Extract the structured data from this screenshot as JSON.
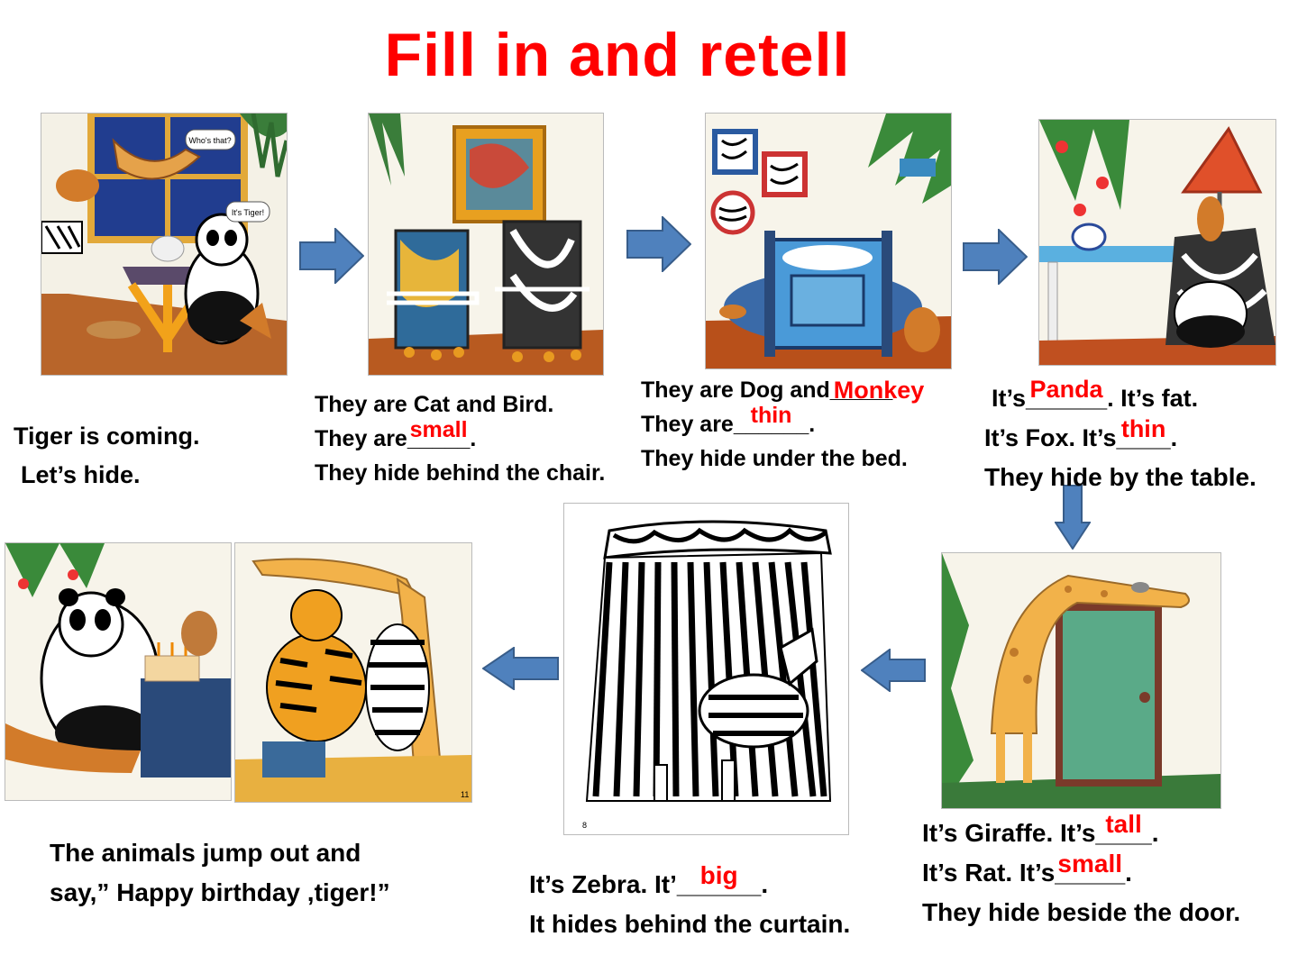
{
  "title": "Fill in and retell",
  "panels": {
    "p1": {
      "bubble1": "Who's that?",
      "bubble2": "It's Tiger!"
    },
    "p8_page_number": "8",
    "p9_page_number": "11"
  },
  "captions": {
    "c1": {
      "line1": "Tiger is coming.",
      "line2": "Let’s hide."
    },
    "c2": {
      "line1": "They are Cat and Bird.",
      "line2_pre": "They are",
      "line2_blank": "_____",
      "line2_post": ".",
      "answer": "small",
      "line3": "They hide behind the chair."
    },
    "c3": {
      "line1_pre": "They are Dog and",
      "line1_blank": "_____",
      "answer1": "Monkey",
      "line2_pre": "They are",
      "line2_blank": "______",
      "line2_post": ".",
      "answer2": "thin",
      "line3": "They hide under the bed."
    },
    "c4": {
      "line1_pre": "It’s",
      "line1_blank": "______",
      "line1_post": ". It’s fat.",
      "answer1": "Panda",
      "line2_pre": "It’s  Fox. It’s",
      "line2_blank": "____",
      "line2_post": ".",
      "answer2": "thin",
      "line3": "They hide by the table."
    },
    "c5": {
      "line1_pre": "It’s Giraffe. It’s",
      "line1_blank": "____",
      "line1_post": ".",
      "answer1": "tall",
      "line2_pre": "It’s Rat. It’s",
      "line2_blank": "_____",
      "line2_post": ".",
      "answer2": "small",
      "line3": "They hide beside the door."
    },
    "c6": {
      "line1_pre": "It’s Zebra. It’",
      "line1_blank": "______",
      "line1_post": ".",
      "answer": "big",
      "line2": "It hides behind the curtain."
    },
    "c7": {
      "line1": "The animals jump out and",
      "line2": "say,” Happy birthday ,tiger!”"
    }
  },
  "colors": {
    "title": "#ff0000",
    "answer": "#ff0000",
    "arrow": "#4f81bd",
    "arrow_border": "#385d8a"
  }
}
